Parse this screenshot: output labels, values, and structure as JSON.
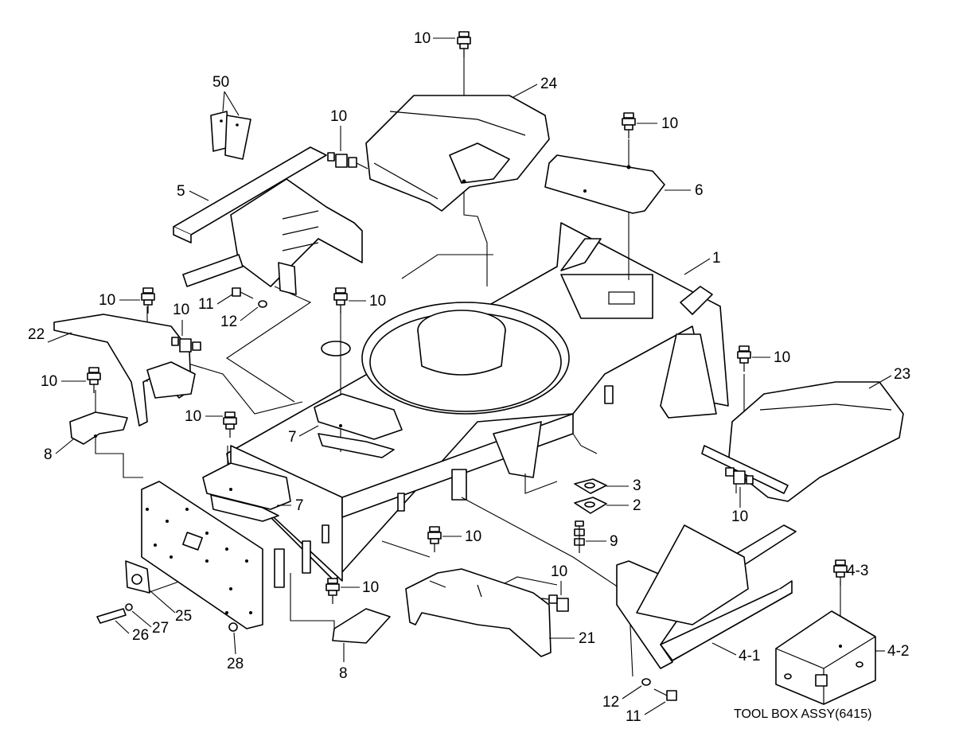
{
  "diagram": {
    "caption": "TOOL BOX ASSY(6415)",
    "callouts": {
      "c1": "1",
      "c2": "2",
      "c3": "3",
      "c4_1": "4-1",
      "c4_2": "4-2",
      "c4_3": "4-3",
      "c5": "5",
      "c6": "6",
      "c7": "7",
      "c8": "8",
      "c9": "9",
      "c10": "10",
      "c11": "11",
      "c12": "12",
      "c21": "21",
      "c22": "22",
      "c23": "23",
      "c24": "24",
      "c25": "25",
      "c26": "26",
      "c27": "27",
      "c28": "28",
      "c50": "50"
    }
  }
}
